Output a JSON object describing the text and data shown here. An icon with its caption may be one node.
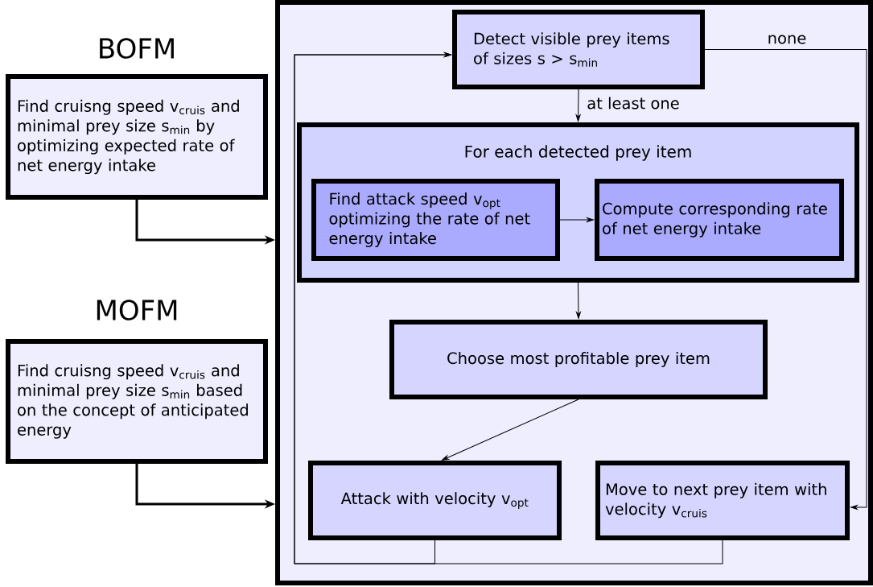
{
  "diagram": {
    "nodes": [
      {
        "text": [
          "BOFM",
          "Find cruisng speed  v$_{cruis}$ and minimal prey size s$_{min}$ by optimizing expected rate of net energy intake"
        ]
      },
      {
        "text": [
          "MOFM",
          "Find cruisng speed  v$_{cruis}$ and minimal prey size s$_{min}$ based on the concept of anticipated energy"
        ]
      },
      {
        "text": [],
        "shape": "box"
      },
      {
        "text": [
          "Detect visible prey items of sizes s > s$_{min}$"
        ],
        "in": 2
      },
      {
        "text": [
          "For each detected prey item"
        ],
        "in": 2
      },
      {
        "text": [
          "Find attack speed v$_{opt}$ optimizing the rate of net energy intake"
        ],
        "in": 4
      },
      {
        "text": [
          "Compute corresponding rate of net energy intake"
        ],
        "in": 4
      },
      {
        "text": [
          "Choose most profitable prey item"
        ],
        "in": 2
      },
      {
        "text": [
          "Attack with velocity v$_{opt}$"
        ],
        "in": 2
      },
      {
        "text": [
          "Move to next prey item with velocity v$_{cruis}$"
        ],
        "in": 2
      }
    ],
    "edges": [
      {
        "from": 0,
        "to": 2,
        "arrow": "to",
        "style": "thick"
      },
      {
        "from": 1,
        "to": 2,
        "arrow": "to",
        "style": "thick"
      },
      {
        "from": 3,
        "to": 4,
        "arrow": "to",
        "label": "at least one"
      },
      {
        "from": 3,
        "to": 9,
        "arrow": "to",
        "label": "none"
      },
      {
        "from": 5,
        "to": 6,
        "arrow": "to"
      },
      {
        "from": 4,
        "to": 7,
        "arrow": "to"
      },
      {
        "from": 7,
        "to": 8,
        "arrow": "to"
      },
      {
        "from": 8,
        "to": 3,
        "arrow": "to"
      },
      {
        "from": 9,
        "to": 3,
        "arrow": "to"
      }
    ]
  }
}
